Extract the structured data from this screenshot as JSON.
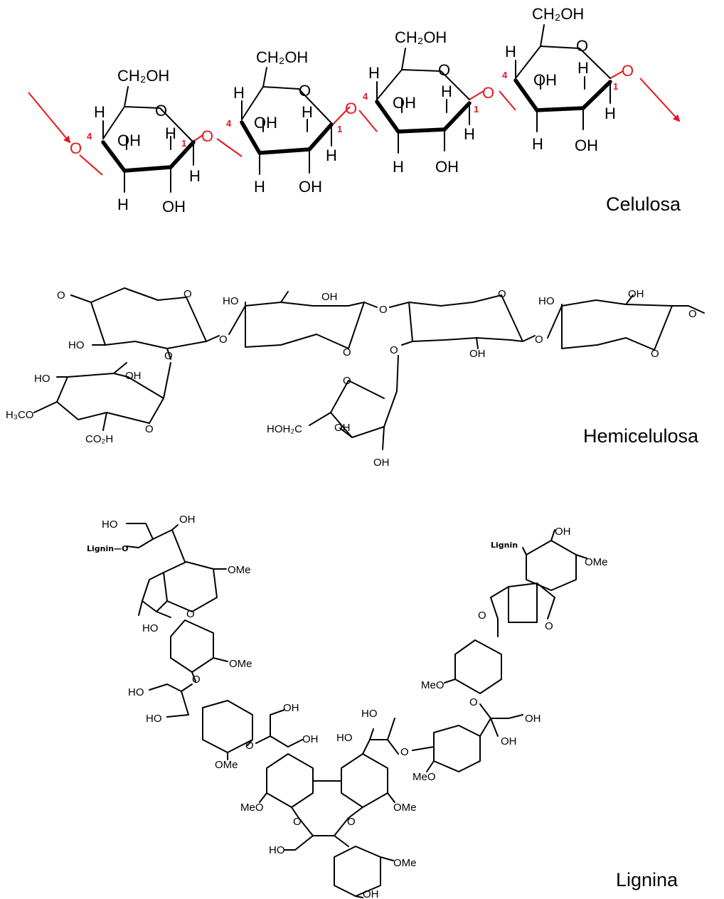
{
  "captions": {
    "cellulose": "Celulosa",
    "hemicellulose": "Hemicelulosa",
    "lignin": "Lignina"
  },
  "atoms": {
    "oh": "OH",
    "h": "H",
    "o": "O",
    "ch2oh": "CH₂OH",
    "ho": "HO",
    "co2h": "CO₂H",
    "h3co": "H₃CO",
    "hoh2c": "HOH₂C",
    "ome": "OMe",
    "meo": "MeO",
    "lignin": "Lignin",
    "lignin_o": "Lignin—O",
    "pos1": "1",
    "pos4": "4"
  },
  "colors": {
    "glycosidic_link": "#e8141d",
    "bonds": "#000000"
  }
}
